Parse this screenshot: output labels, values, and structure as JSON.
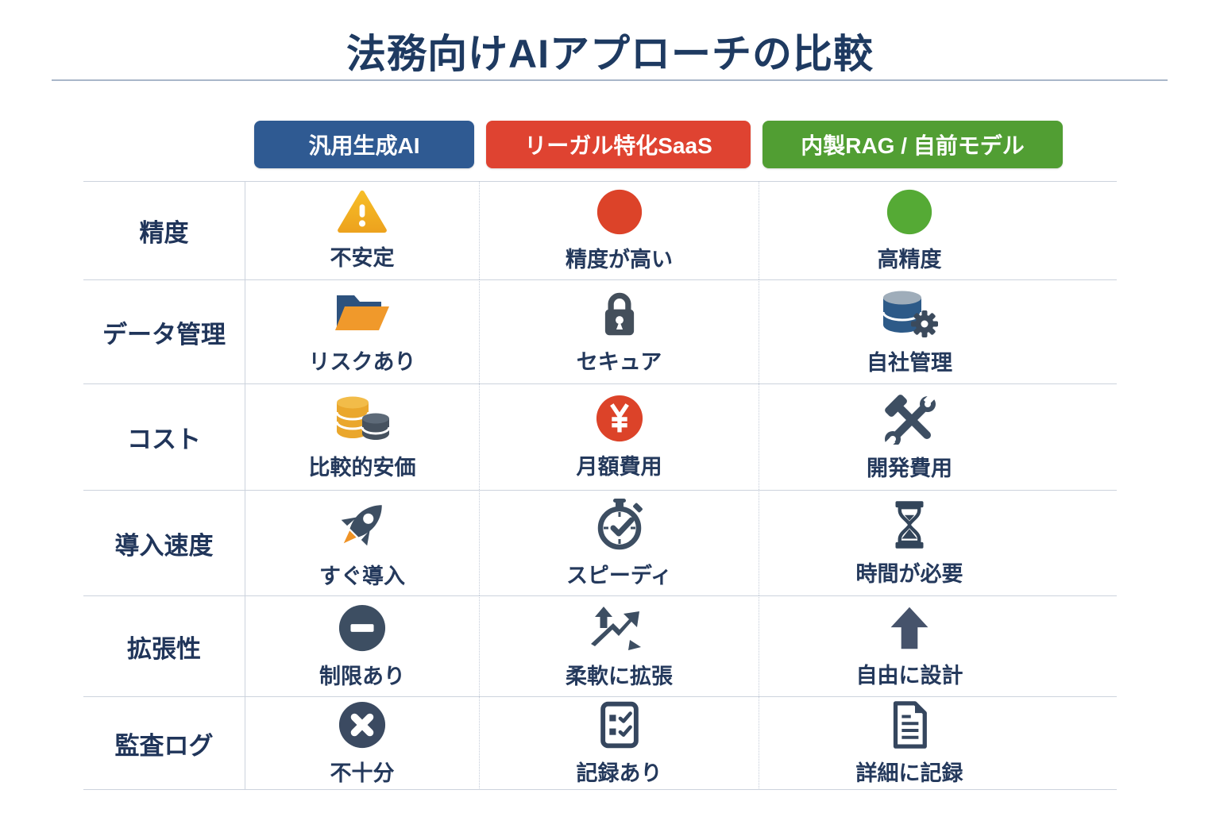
{
  "title": "法務向けAIアプローチの比較",
  "columns": [
    {
      "label": "汎用生成AI",
      "color": "#2f5a92"
    },
    {
      "label": "リーガル特化SaaS",
      "color": "#df4331"
    },
    {
      "label": "内製RAG / 自前モデル",
      "color": "#519e33"
    }
  ],
  "rows": [
    {
      "label": "精度",
      "cells": [
        {
          "icon": "warning-triangle-icon",
          "text": "不安定"
        },
        {
          "icon": "red-status-circle-icon",
          "text": "精度が高い"
        },
        {
          "icon": "green-status-circle-icon",
          "text": "高精度"
        }
      ]
    },
    {
      "label": "データ管理",
      "cells": [
        {
          "icon": "open-folder-icon",
          "text": "リスクあり"
        },
        {
          "icon": "lock-icon",
          "text": "セキュア"
        },
        {
          "icon": "database-gear-icon",
          "text": "自社管理"
        }
      ]
    },
    {
      "label": "コスト",
      "cells": [
        {
          "icon": "coin-stacks-icon",
          "text": "比較的安価"
        },
        {
          "icon": "yen-circle-icon",
          "text": "月額費用"
        },
        {
          "icon": "crossed-tools-icon",
          "text": "開発費用"
        }
      ]
    },
    {
      "label": "導入速度",
      "cells": [
        {
          "icon": "rocket-icon",
          "text": "すぐ導入"
        },
        {
          "icon": "stopwatch-icon",
          "text": "スピーディ"
        },
        {
          "icon": "hourglass-icon",
          "text": "時間が必要"
        }
      ]
    },
    {
      "label": "拡張性",
      "cells": [
        {
          "icon": "minus-circle-icon",
          "text": "制限あり"
        },
        {
          "icon": "growth-arrows-icon",
          "text": "柔軟に拡張"
        },
        {
          "icon": "up-arrow-icon",
          "text": "自由に設計"
        }
      ]
    },
    {
      "label": "監査ログ",
      "cells": [
        {
          "icon": "x-circle-icon",
          "text": "不十分"
        },
        {
          "icon": "checklist-icon",
          "text": "記録あり"
        },
        {
          "icon": "document-icon",
          "text": "詳細に記録"
        }
      ]
    }
  ],
  "colors": {
    "title_navy": "#1e3a61",
    "header_blue": "#2f5a92",
    "header_red": "#df4331",
    "header_green": "#519e33",
    "warning_yellow": "#f2b32a",
    "status_red": "#dc4329",
    "status_green": "#55aa35",
    "folder_orange": "#f0992b",
    "icon_navy": "#3d4e62",
    "database_blue": "#2d5a88",
    "coin_gold": "#eaa72c",
    "grid_line": "#ccd3dd"
  }
}
